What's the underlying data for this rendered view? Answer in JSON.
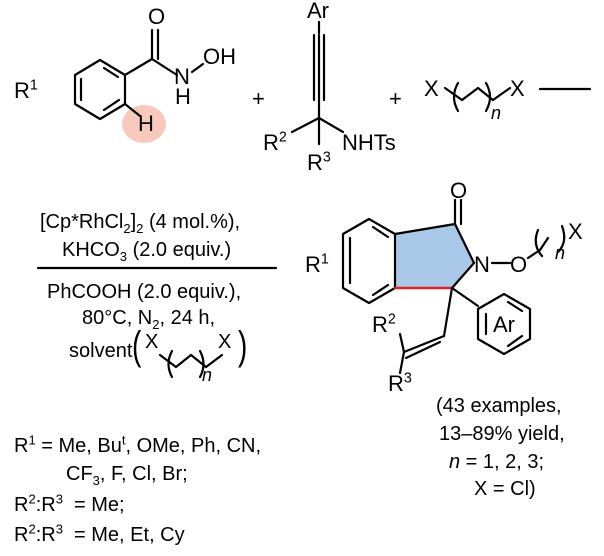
{
  "reactants": {
    "benzamide": {
      "ring_substituent": "R1",
      "o_label": "O",
      "oh_label": "OH",
      "n_label": "N",
      "nh_h_label": "H",
      "ortho_h_label": "H",
      "highlight_color": "#f7c6b8"
    },
    "plus1": "+",
    "propargyl": {
      "ar_label": "Ar",
      "r2_label": "R2",
      "r3_label": "R3",
      "nhts_label": "NHTs"
    },
    "plus2": "+",
    "dihalide": {
      "x_left": "X",
      "x_right": "X",
      "n_label": "n"
    }
  },
  "conditions": {
    "catalyst": "[Cp*RhCl2]2 (4 mol.%),",
    "base": "KHCO3 (2.0 equiv.)",
    "additive": "PhCOOH (2.0 equiv.),",
    "temp_atm_time": "80°C, N2, 24 h,",
    "solvent_label": "solvent",
    "solvent_x_left": "X",
    "solvent_x_right": "X",
    "solvent_n": "n"
  },
  "product": {
    "o_label": "O",
    "n_label": "N",
    "o_ether_label": "O",
    "x_label": "X",
    "n_label_chain": "n",
    "r1_label": "R1",
    "r2_label": "R2",
    "r3_label": "R3",
    "ar_label": "Ar",
    "ring_highlight_color": "#a9c8e8",
    "new_bond_color": "#e0202a"
  },
  "summary": {
    "line1": "(43 examples,",
    "line2": "13–89% yield,",
    "line3_n": "n",
    "line3_rest": " = 1, 2, 3;",
    "line4": "X = Cl)"
  },
  "substituents": {
    "r1_line1": "R1 = Me, But, OMe, Ph, CN,",
    "r1_line2": "CF3, F, Cl, Br;",
    "r2r3_line1": "R2 : R3  = Me;",
    "r2r3_line2": "R2 : R3  = Me, Et, Cy"
  }
}
